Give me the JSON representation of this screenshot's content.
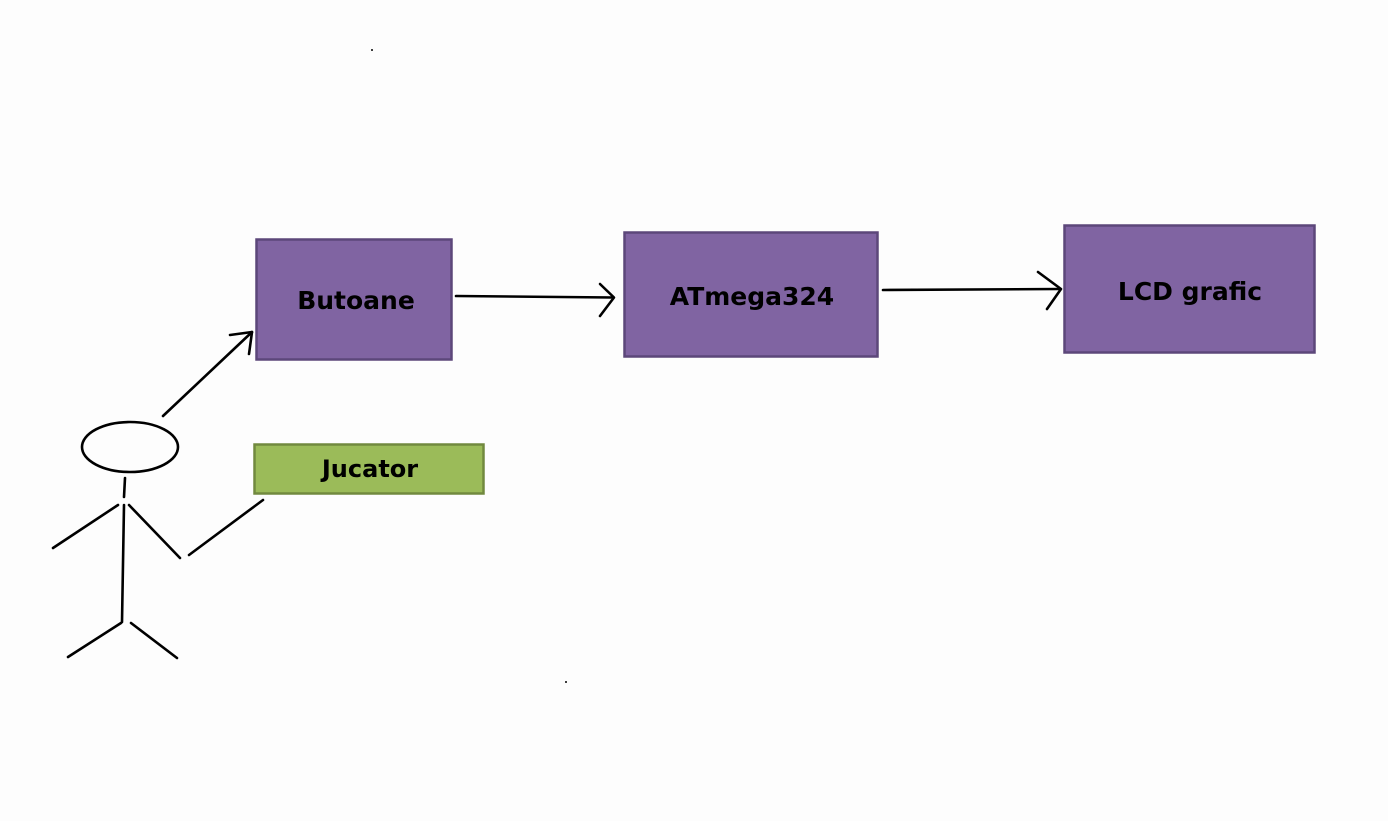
{
  "colors": {
    "block_fill": "#8064a2",
    "block_stroke": "#5c477a",
    "actor_label_fill": "#9bbb59",
    "actor_label_stroke": "#71893f",
    "line": "#000000",
    "background": "#fdfdfd"
  },
  "blocks": {
    "buttons": "Butoane",
    "mcu": "ATmega324",
    "lcd": "LCD grafic"
  },
  "actor": {
    "label": "Jucator",
    "icon": "stick-figure-icon"
  }
}
